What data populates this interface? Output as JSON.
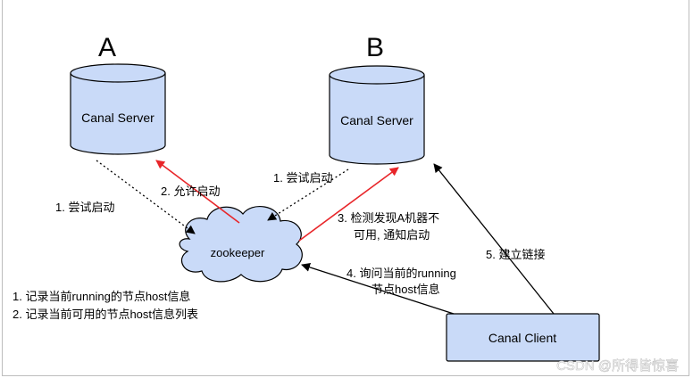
{
  "server_a": {
    "letter": "A",
    "label": "Canal Server"
  },
  "server_b": {
    "letter": "B",
    "label": "Canal Server"
  },
  "zookeeper": {
    "label": "zookeeper"
  },
  "client": {
    "label": "Canal Client"
  },
  "edges": {
    "a_to_zk": "1. 尝试启动",
    "zk_to_a": "2. 允许启动",
    "b_to_zk": "1. 尝试启动",
    "zk_to_b_line1": "3. 检测发现A机器不",
    "zk_to_b_line2": "可用, 通知启动",
    "client_to_zk_line1": "4. 询问当前的running",
    "client_to_zk_line2": "节点host信息",
    "client_to_b": "5. 建立链接"
  },
  "notes": [
    "1. 记录当前running的节点host信息",
    "2. 记录当前可用的节点host信息列表"
  ],
  "watermark": "CSDN @所得皆惊喜",
  "colors": {
    "cylinder_fill": "#c9daf8",
    "stroke": "#000000",
    "red_arrow": "#e8262a"
  }
}
